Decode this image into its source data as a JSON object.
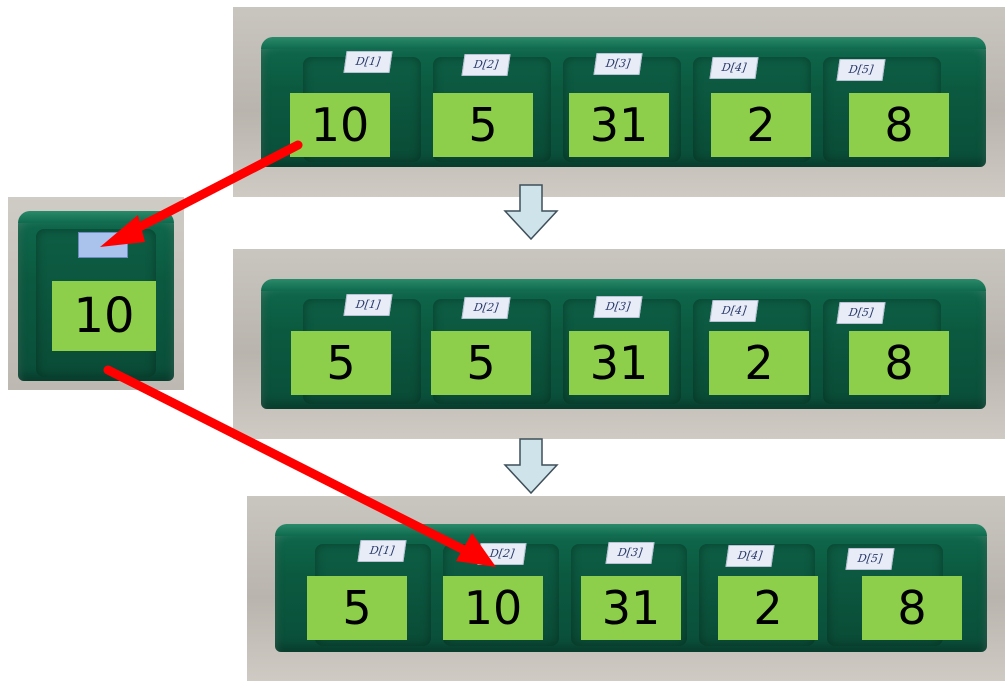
{
  "rows": [
    {
      "tags": [
        "D[1]",
        "D[2]",
        "D[3]",
        "D[4]",
        "D[5]"
      ],
      "values": [
        "10",
        "5",
        "31",
        "2",
        "8"
      ]
    },
    {
      "tags": [
        "D[1]",
        "D[2]",
        "D[3]",
        "D[4]",
        "D[5]"
      ],
      "values": [
        "5",
        "5",
        "31",
        "2",
        "8"
      ]
    },
    {
      "tags": [
        "D[1]",
        "D[2]",
        "D[3]",
        "D[4]",
        "D[5]"
      ],
      "values": [
        "5",
        "10",
        "31",
        "2",
        "8"
      ]
    }
  ],
  "temp": {
    "value": "10"
  },
  "colors": {
    "number_box": "#8dce4a",
    "tray": "#0b5a40",
    "arrow_red": "#ff0000",
    "arrow_down_fill": "#cfe3ea"
  }
}
